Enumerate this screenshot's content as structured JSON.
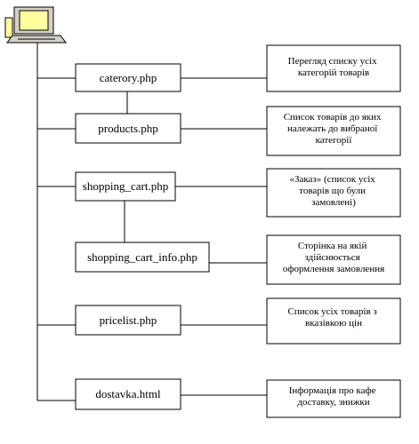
{
  "diagram": {
    "nodes": [
      {
        "id": "caterory",
        "label": "caterory.php",
        "note": [
          "Перегляд списку усіх",
          "категорій товарів"
        ]
      },
      {
        "id": "products",
        "label": "products.php",
        "note": [
          "Список товарів до яких",
          "належать до вибраної",
          "категорії"
        ]
      },
      {
        "id": "shopping_cart",
        "label": "shopping_cart.php",
        "note": [
          "«Заказ» (список усіх",
          "товарів що були",
          "замовлені)"
        ]
      },
      {
        "id": "shopping_cart_info",
        "label": "shopping_cart_info.php",
        "note": [
          "Сторінка на якій",
          "здійснюється",
          "оформлення замовлення"
        ]
      },
      {
        "id": "pricelist",
        "label": "pricelist.php",
        "note": [
          "Список усіх товарів з",
          "вказівкою цін"
        ]
      },
      {
        "id": "dostavka",
        "label": "dostavka.html",
        "note": [
          "Інформація про кафе",
          "доставку, знижки"
        ]
      }
    ],
    "icon": "computer-icon"
  }
}
